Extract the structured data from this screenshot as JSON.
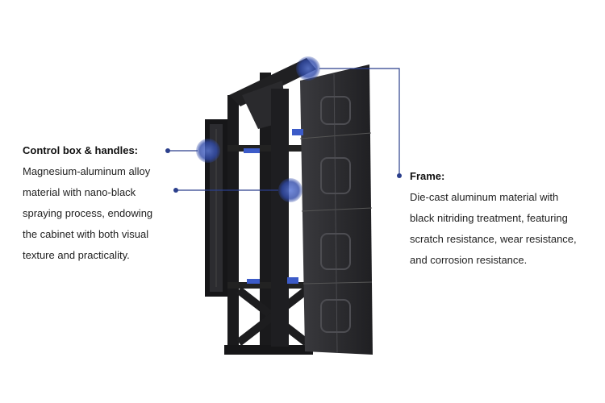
{
  "colors": {
    "leader_line": "#2b3f8c",
    "highlight": "#3a56b8",
    "frame_dark": "#1d1d1f",
    "panel_dark": "#2a2a2d"
  },
  "callouts": {
    "control_box": {
      "title": "Control box & handles:",
      "lines": [
        "Magnesium-aluminum alloy",
        "material with nano-black",
        "spraying process, endowing",
        "the cabinet with both visual",
        "texture and practicality."
      ]
    },
    "frame": {
      "title": "Frame:",
      "lines": [
        "Die-cast aluminum material with",
        "black nitriding treatment, featuring",
        "scratch resistance, wear resistance,",
        "and corrosion resistance."
      ]
    }
  }
}
